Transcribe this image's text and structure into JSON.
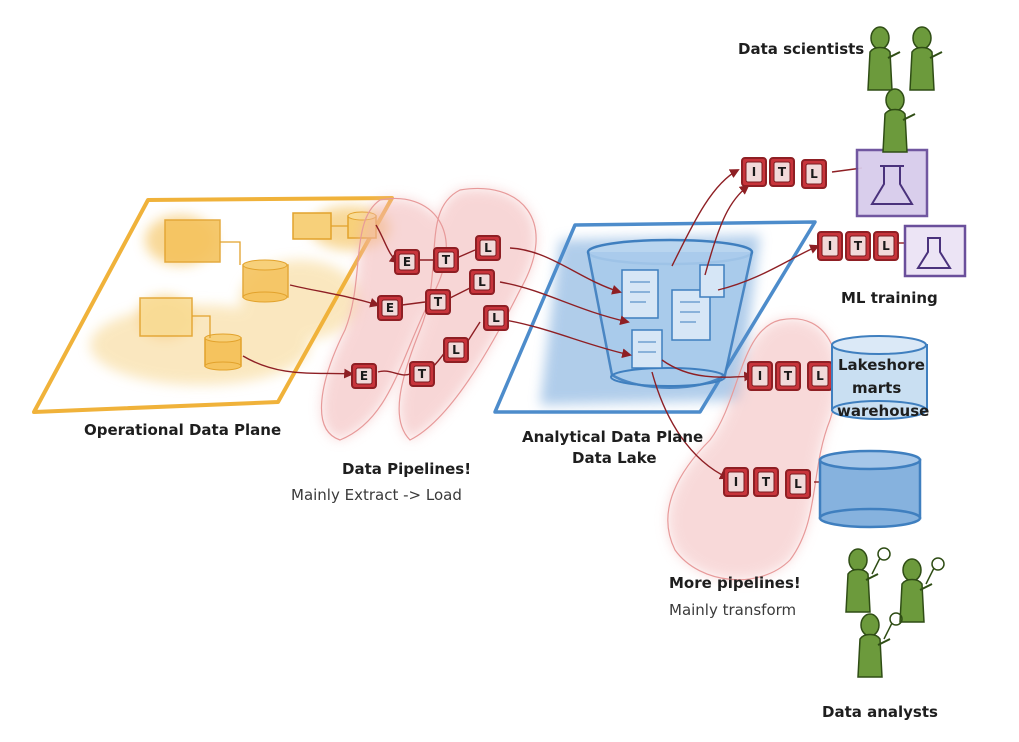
{
  "labels": {
    "operational_plane": "Operational Data Plane",
    "pipelines_title": "Data Pipelines!",
    "pipelines_sub": "Mainly Extract -> Load",
    "analytical_line1": "Analytical Data Plane",
    "analytical_line2": "Data Lake",
    "more_pipelines_title": "More pipelines!",
    "more_pipelines_sub": "Mainly transform",
    "data_scientists": "Data scientists",
    "ml_training": "ML training",
    "lakeshore_line1": "Lakeshore",
    "lakeshore_line2": "marts",
    "lakeshore_line3": "warehouse",
    "data_analysts": "Data analysts"
  },
  "pipeline_letters": {
    "etl": [
      "E",
      "T",
      "L"
    ],
    "itl": [
      "I",
      "T",
      "L"
    ]
  },
  "colors": {
    "operational": "#f0b23a",
    "pipeline": "#b8252c",
    "pipeline_blob": "#f4c4c4",
    "lake": "#4d8ccb",
    "lake_fill": "#9ec4e8",
    "ml": "#7a5aa8",
    "people": "#4f7a2a"
  },
  "icons": [
    "flask-icon",
    "person-icon",
    "database-icon",
    "document-icon"
  ]
}
